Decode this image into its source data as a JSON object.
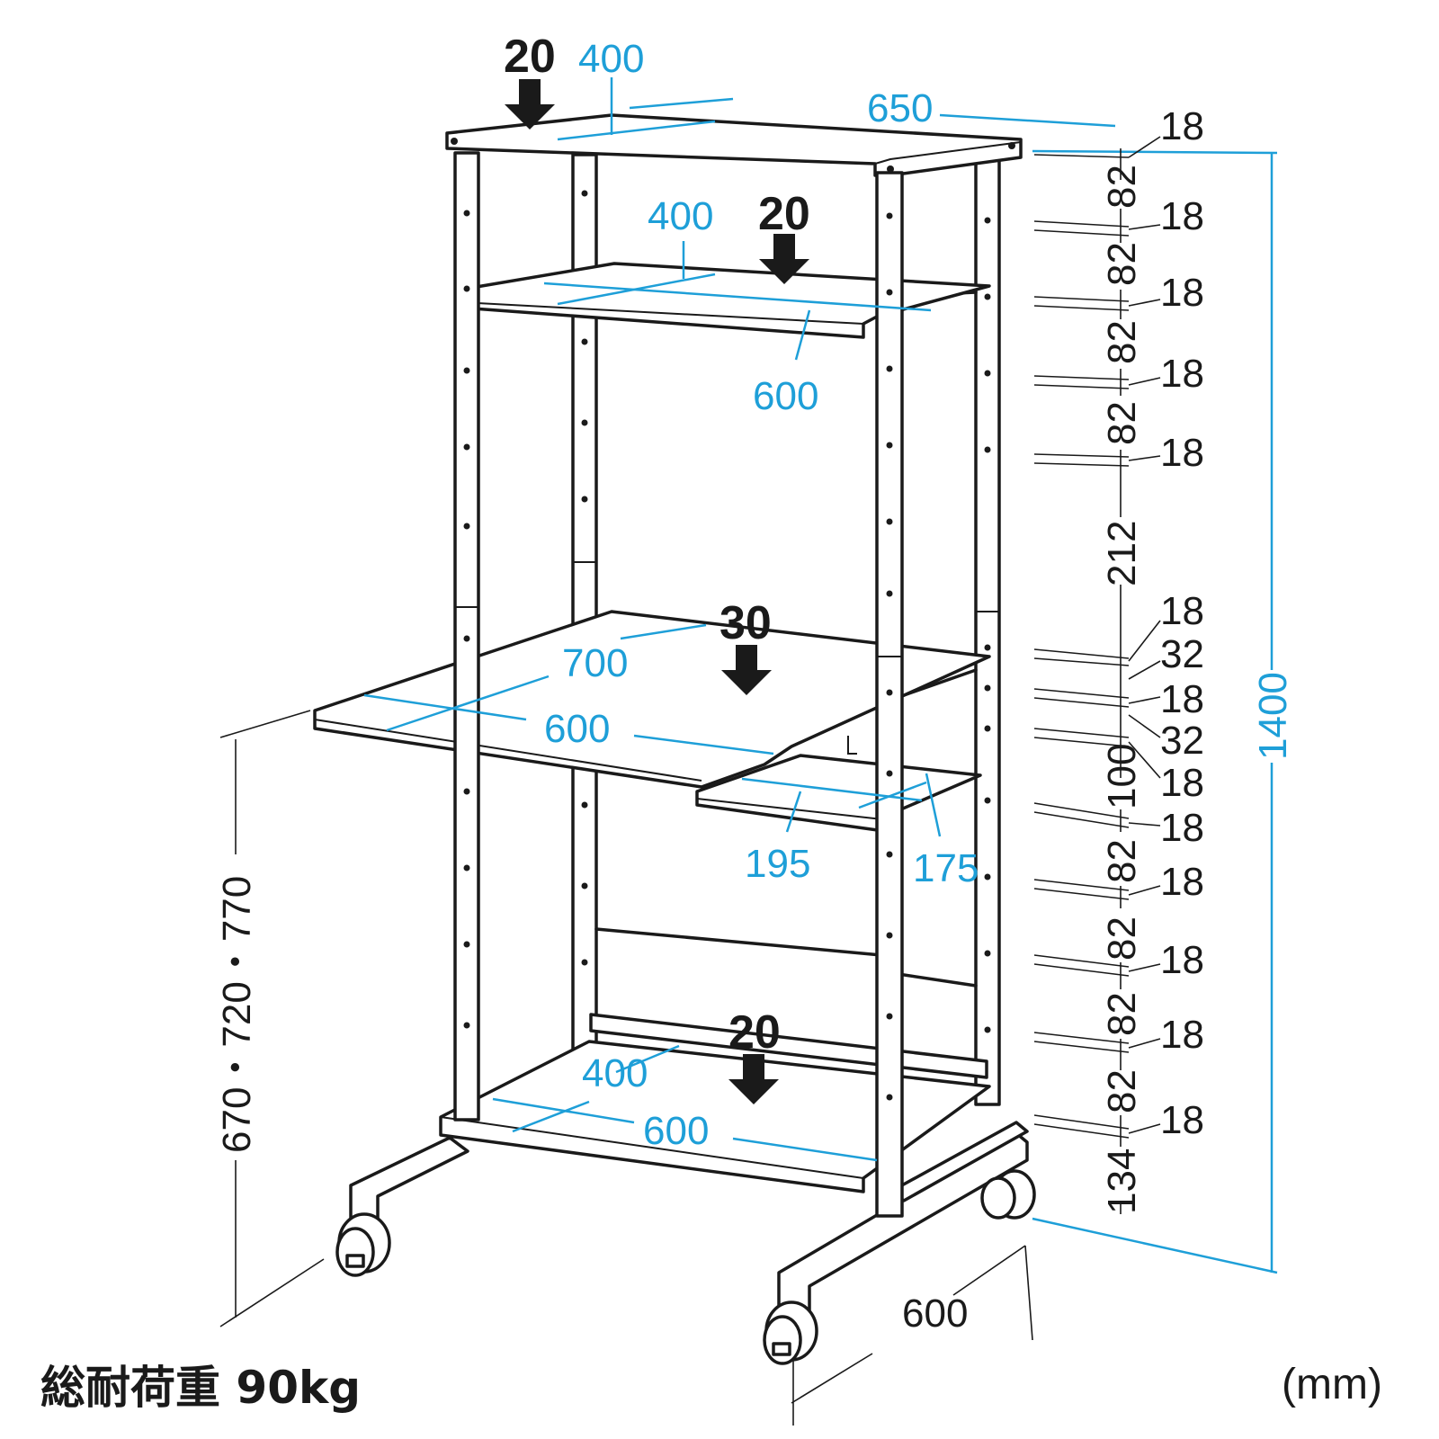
{
  "load_labels": [
    "20",
    "20",
    "30",
    "20"
  ],
  "blue_dims": {
    "top_shelf_depth": "400",
    "top_shelf_width": "650",
    "shelf2_depth": "400",
    "shelf2_width": "600",
    "desk_depth": "700",
    "desk_width": "600",
    "keyboard_depth": "195",
    "keyboard_width": "175",
    "bottom_depth": "400",
    "bottom_width": "600",
    "total_height": "1400"
  },
  "right_stack": {
    "thicknesses": [
      "18",
      "18",
      "18",
      "18",
      "18",
      "18",
      "32",
      "18",
      "32",
      "18",
      "18",
      "18",
      "18",
      "18",
      "18"
    ],
    "gaps": [
      "82",
      "82",
      "82",
      "82",
      "212",
      "100",
      "82",
      "82",
      "82",
      "82",
      "134"
    ]
  },
  "left_height": "670・720・770",
  "base_depth": "600",
  "caption": "総耐荷重 90kg",
  "unit": "(mm)"
}
